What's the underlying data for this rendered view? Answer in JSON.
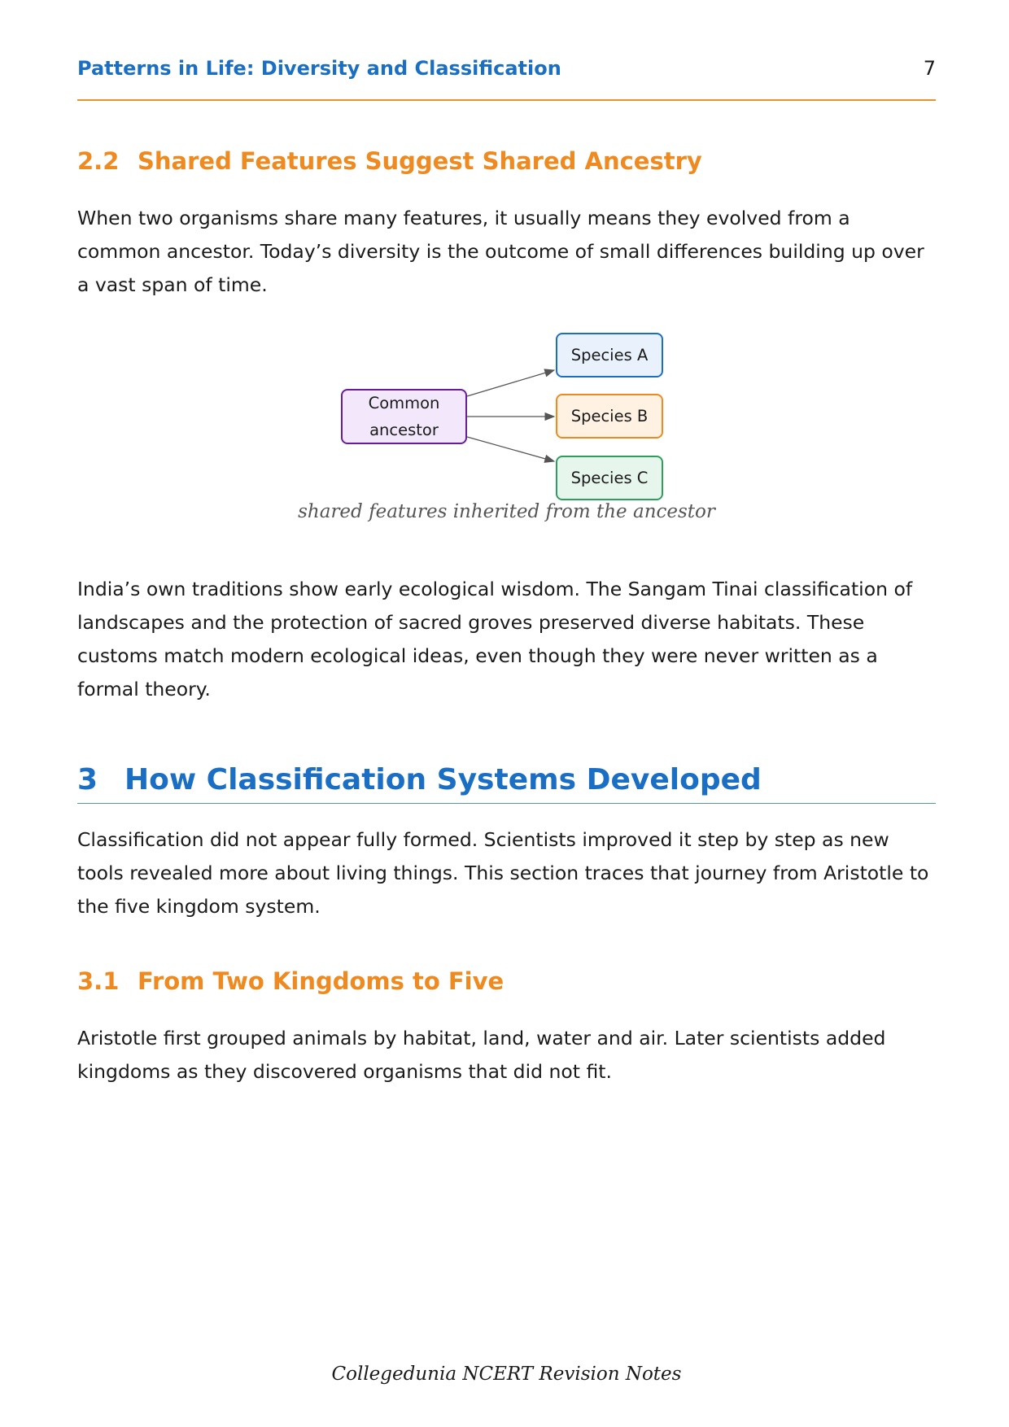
{
  "header": {
    "running_title": "Patterns in Life: Diversity and Classification",
    "page_number": "7"
  },
  "sec_2_2": {
    "number": "2.2",
    "title": "Shared Features Suggest Shared Ancestry",
    "paragraph": "When two organisms share many features, it usually means they evolved from a common ancestor. Today’s diversity is the outcome of small differences building up over a vast span of time."
  },
  "figure": {
    "ancestor_line1": "Common",
    "ancestor_line2": "ancestor",
    "species": [
      "Species A",
      "Species B",
      "Species C"
    ],
    "caption": "shared features inherited from the ancestor",
    "colors": {
      "ancestor": "#6a1b9a",
      "species_a": "#1a6fc4",
      "species_b": "#ee8a1f",
      "species_c": "#2e9e5e"
    }
  },
  "india_paragraph": "India’s own traditions show early ecological wisdom. The Sangam Tinai classification of landscapes and the protection of sacred groves preserved diverse habitats. These customs match modern ecological ideas, even though they were never written as a formal theory.",
  "sec_3": {
    "number": "3",
    "title": "How Classification Systems Developed",
    "paragraph": "Classification did not appear fully formed. Scientists improved it step by step as new tools revealed more about living things. This section traces that journey from Aristotle to the five kingdom system."
  },
  "sec_3_1": {
    "number": "3.1",
    "title": "From Two Kingdoms to Five",
    "paragraph": "Aristotle first grouped animals by habitat, land, water and air. Later scientists added kingdoms as they discovered organisms that did not fit."
  },
  "footer": {
    "text": "Collegedunia NCERT Revision Notes"
  }
}
